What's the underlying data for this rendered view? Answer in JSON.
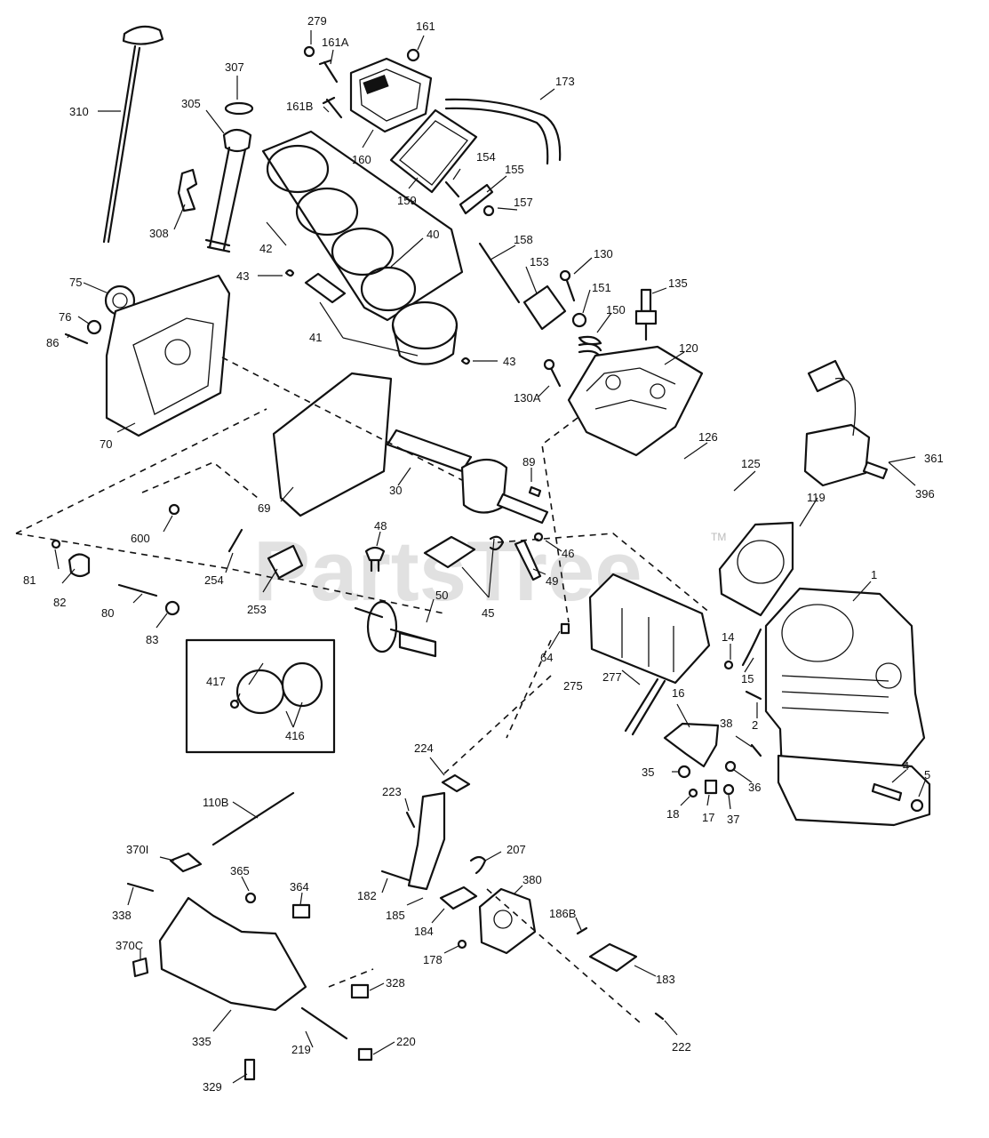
{
  "watermark": "PartsTree",
  "watermark_tm": "TM",
  "labels": {
    "p279": "279",
    "p161": "161",
    "p161A": "161A",
    "p307": "307",
    "p310": "310",
    "p305": "305",
    "p161B": "161B",
    "p173": "173",
    "p160": "160",
    "p154": "154",
    "p155": "155",
    "p159": "159",
    "p157": "157",
    "p308": "308",
    "p42": "42",
    "p40": "40",
    "p158": "158",
    "p130": "130",
    "p75": "75",
    "p43a": "43",
    "p153": "153",
    "p135": "135",
    "p151": "151",
    "p76": "76",
    "p150": "150",
    "p86": "86",
    "p41": "41",
    "p43b": "43",
    "p120": "120",
    "p130A": "130A",
    "p70": "70",
    "p126": "126",
    "p361": "361",
    "p89": "89",
    "p125": "125",
    "p30": "30",
    "p69": "69",
    "p396": "396",
    "p119": "119",
    "p600": "600",
    "p48": "48",
    "p46": "46",
    "p1": "1",
    "p81": "81",
    "p254": "254",
    "p49": "49",
    "p82": "82",
    "p253": "253",
    "p45": "45",
    "p50": "50",
    "p80": "80",
    "p14": "14",
    "p83": "83",
    "p64": "64",
    "p15": "15",
    "p417": "417",
    "p275": "275",
    "p277": "277",
    "p16": "16",
    "p2": "2",
    "p416": "416",
    "p38": "38",
    "p224": "224",
    "p35": "35",
    "p36": "36",
    "p223": "223",
    "p4": "4",
    "p5": "5",
    "p110B": "110B",
    "p18": "18",
    "p17": "17",
    "p37": "37",
    "p207": "207",
    "p370I": "370I",
    "p365": "365",
    "p380": "380",
    "p182": "182",
    "p364": "364",
    "p338": "338",
    "p186B": "186B",
    "p185": "185",
    "p184": "184",
    "p370C": "370C",
    "p178": "178",
    "p183": "183",
    "p328": "328",
    "p335": "335",
    "p220": "220",
    "p219": "219",
    "p222": "222",
    "p329": "329"
  }
}
